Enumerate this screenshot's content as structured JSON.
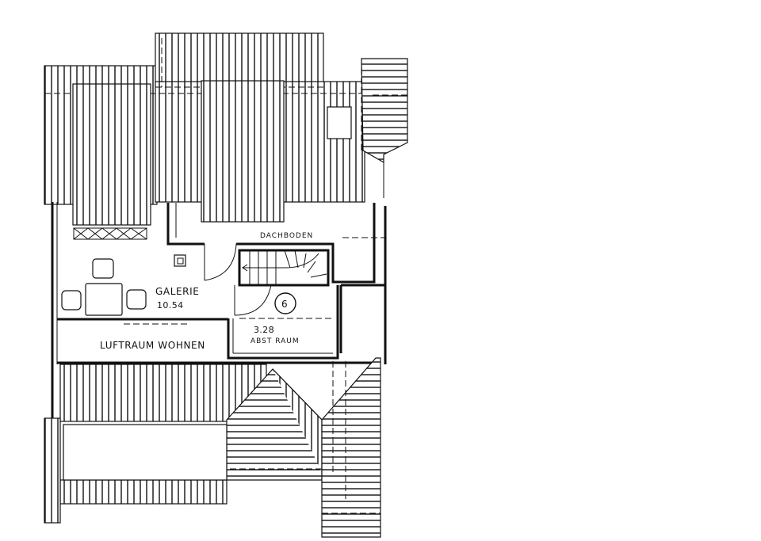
{
  "rooms": {
    "galerie": {
      "name": "GALERIE",
      "area": "10.54"
    },
    "dachboden": {
      "name": "DACHBODEN"
    },
    "abstellraum": {
      "area": "3.28",
      "name": "ABST RAUM"
    },
    "luftraum": {
      "name": "LUFTRAUM WOHNEN"
    }
  },
  "stair_marker": {
    "number": "6"
  }
}
